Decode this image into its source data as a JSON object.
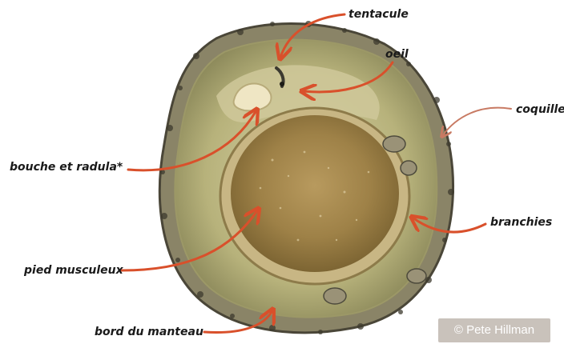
{
  "labels": {
    "tentacule": "tentacule",
    "oeil": "oeil",
    "coquille": "coquille",
    "bouche": "bouche et radula*",
    "branchies": "branchies",
    "pied": "pied musculeux",
    "bord": "bord du manteau"
  },
  "credit": "© Pete Hillman",
  "colors": {
    "arrow": "#d9502b",
    "arrow_light": "#c87a63",
    "mantle": "#b9b57e",
    "foot": "#a88a4c",
    "shell_edge": "#6b6a55"
  }
}
